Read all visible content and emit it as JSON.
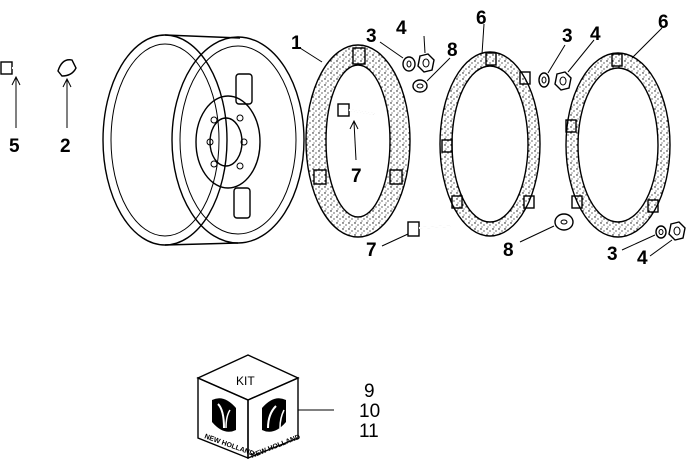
{
  "diagram": {
    "callouts": {
      "bolt_left": "5",
      "washer_left": "2",
      "weight_inner_top": "1",
      "washer_a1": "3",
      "nut_a1": "4",
      "spacer_a": "8",
      "weight_mid_top": "6",
      "washer_a2": "3",
      "nut_a2": "4",
      "weight_outer_top": "6",
      "bolt_inner": "7",
      "bolt_lower": "7",
      "spacer_lower": "8",
      "washer_lower": "3",
      "nut_lower": "4"
    },
    "kit": {
      "label": "KIT",
      "brand_left": "NEW HOLLAND",
      "brand_right": "NEW HOLLAND",
      "items": [
        "9",
        "10",
        "11"
      ]
    }
  }
}
